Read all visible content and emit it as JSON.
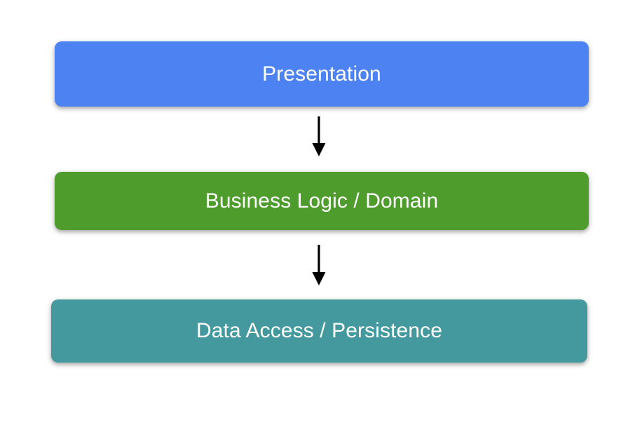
{
  "diagram": {
    "type": "flowchart",
    "direction": "top-to-bottom",
    "background_color": "#ffffff",
    "title": "",
    "nodes": [
      {
        "id": "presentation",
        "label": "Presentation",
        "fill_color": "#4d82f3",
        "text_color": "#ffffff",
        "shape": "rounded-rectangle"
      },
      {
        "id": "business-logic",
        "label": "Business Logic / Domain",
        "fill_color": "#4d9c2c",
        "text_color": "#ffffff",
        "shape": "rounded-rectangle"
      },
      {
        "id": "data-access",
        "label": "Data Access / Persistence",
        "fill_color": "#43999d",
        "text_color": "#ffffff",
        "shape": "rounded-rectangle"
      }
    ],
    "edges": [
      {
        "id": "presentation-to-business",
        "from": "presentation",
        "to": "business-logic",
        "label": "",
        "style": "solid-arrow",
        "color": "#000000"
      },
      {
        "id": "business-to-data",
        "from": "business-logic",
        "to": "data-access",
        "label": "",
        "style": "solid-arrow",
        "color": "#000000"
      }
    ]
  }
}
